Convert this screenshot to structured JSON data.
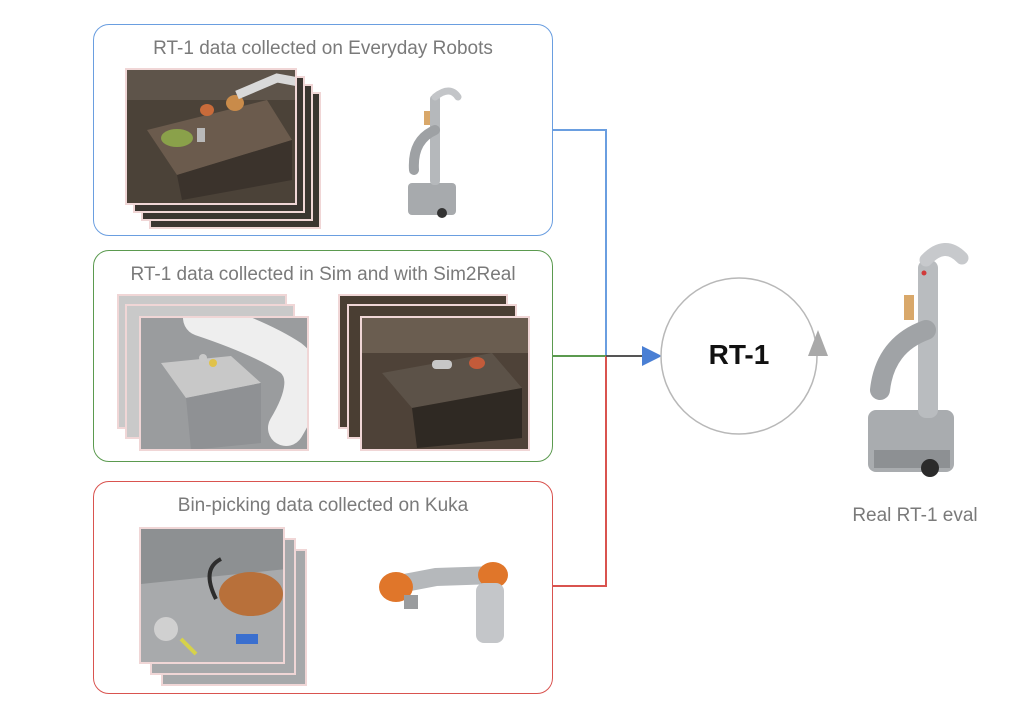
{
  "panels": {
    "everyday": {
      "title": "RT-1 data collected on Everyday Robots",
      "color": "#6a9ee0"
    },
    "sim": {
      "title": "RT-1 data collected in Sim and with Sim2Real",
      "color": "#5b9a4f"
    },
    "kuka": {
      "title": "Bin-picking data collected on Kuka",
      "color": "#d9534f"
    }
  },
  "model": {
    "label": "RT-1"
  },
  "eval": {
    "label": "Real RT-1 eval"
  },
  "icons": [
    "everyday-robot-icon",
    "kuka-arm-icon",
    "cycle-arrow-icon"
  ]
}
